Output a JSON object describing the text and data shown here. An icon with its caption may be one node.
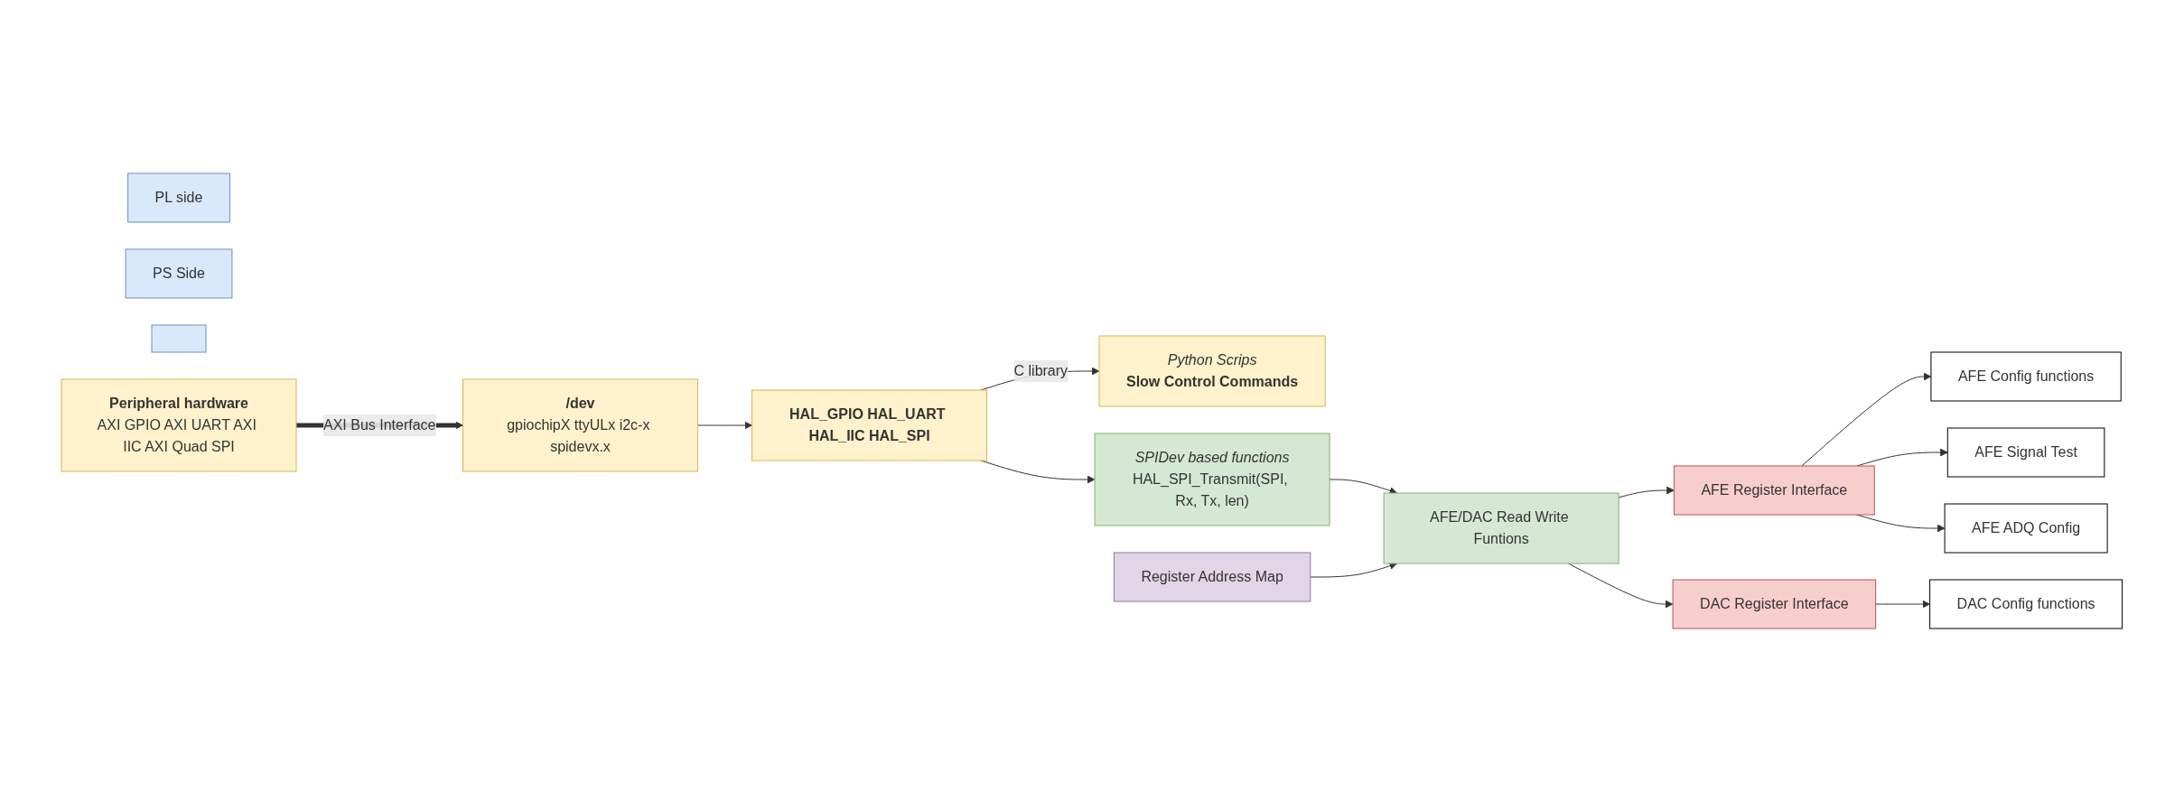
{
  "diagram": {
    "nodes": [
      {
        "text": [
          "PL side"
        ]
      },
      {
        "text": [
          "PS Side"
        ]
      },
      {
        "text": [],
        "shape": "box"
      },
      {
        "text": [
          "Peripheral hardware",
          "AXI GPIO AXI UART AXI IIC AXI Quad SPI"
        ]
      },
      {
        "text": [
          "/dev",
          "gpiochipX ttyULx i2c-x spidevx.x"
        ]
      },
      {
        "text": [
          "Python Scrips",
          "Slow Control Commands"
        ]
      },
      {
        "text": [
          "HAL_GPIO HAL_UART HAL_IIC HAL_SPI"
        ]
      },
      {
        "text": [
          "SPIDev based functions",
          "HAL_SPI_Transmit(SPI, Rx, Tx, len)"
        ]
      },
      {
        "text": [
          "Register Address Map"
        ]
      },
      {
        "text": [
          "AFE/DAC Read Write Funtions"
        ]
      },
      {
        "text": [
          "AFE Register Interface"
        ]
      },
      {
        "text": [
          "AFE Config functions"
        ]
      },
      {
        "text": [
          "AFE Signal Test"
        ]
      },
      {
        "text": [
          "AFE ADQ Config"
        ]
      },
      {
        "text": [
          "DAC Register Interface"
        ]
      },
      {
        "text": [
          "DAC Config functions"
        ]
      }
    ],
    "edges": [
      {
        "from": 3,
        "to": 4,
        "arrow": "to",
        "label": "AXI Bus Interface",
        "style": "thick"
      },
      {
        "from": 4,
        "to": 6,
        "arrow": "to"
      },
      {
        "from": 6,
        "to": 5,
        "arrow": "to",
        "label": "C library"
      },
      {
        "from": 6,
        "to": 7,
        "arrow": "to"
      },
      {
        "from": 7,
        "to": 9,
        "arrow": "to"
      },
      {
        "from": 8,
        "to": 9,
        "arrow": "to"
      },
      {
        "from": 9,
        "to": 10,
        "arrow": "to"
      },
      {
        "from": 9,
        "to": 14,
        "arrow": "to"
      },
      {
        "from": 10,
        "to": 11,
        "arrow": "to"
      },
      {
        "from": 10,
        "to": 12,
        "arrow": "to"
      },
      {
        "from": 10,
        "to": 13,
        "arrow": "to"
      },
      {
        "from": 14,
        "to": 15,
        "arrow": "to"
      }
    ]
  }
}
